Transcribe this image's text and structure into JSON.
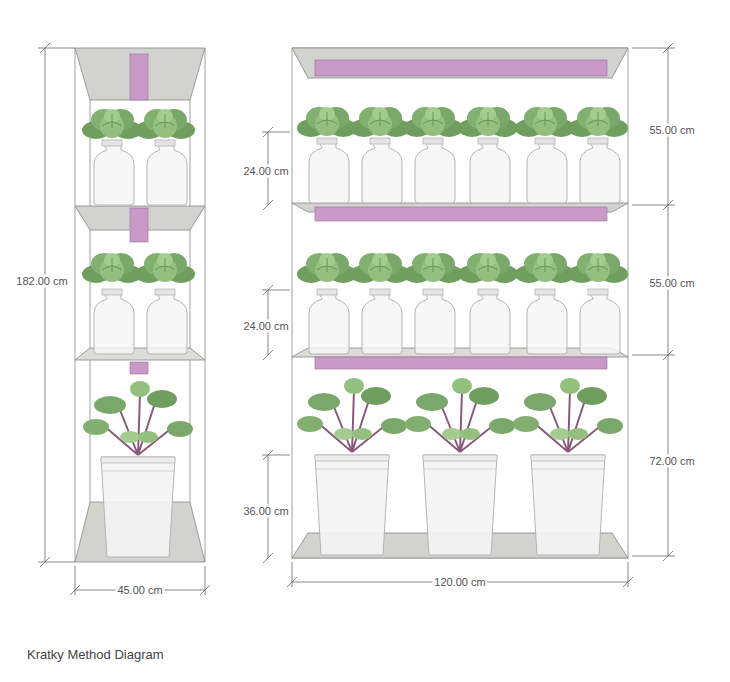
{
  "diagram": {
    "caption": "Kratky Method Diagram",
    "labels": [
      "55.00 cm",
      "24.00 cm",
      "55.00 cm",
      "24.00 cm",
      "182.00 cm",
      "72.00 cm",
      "36.00 cm",
      "45.00 cm",
      "120.00 cm"
    ]
  }
}
